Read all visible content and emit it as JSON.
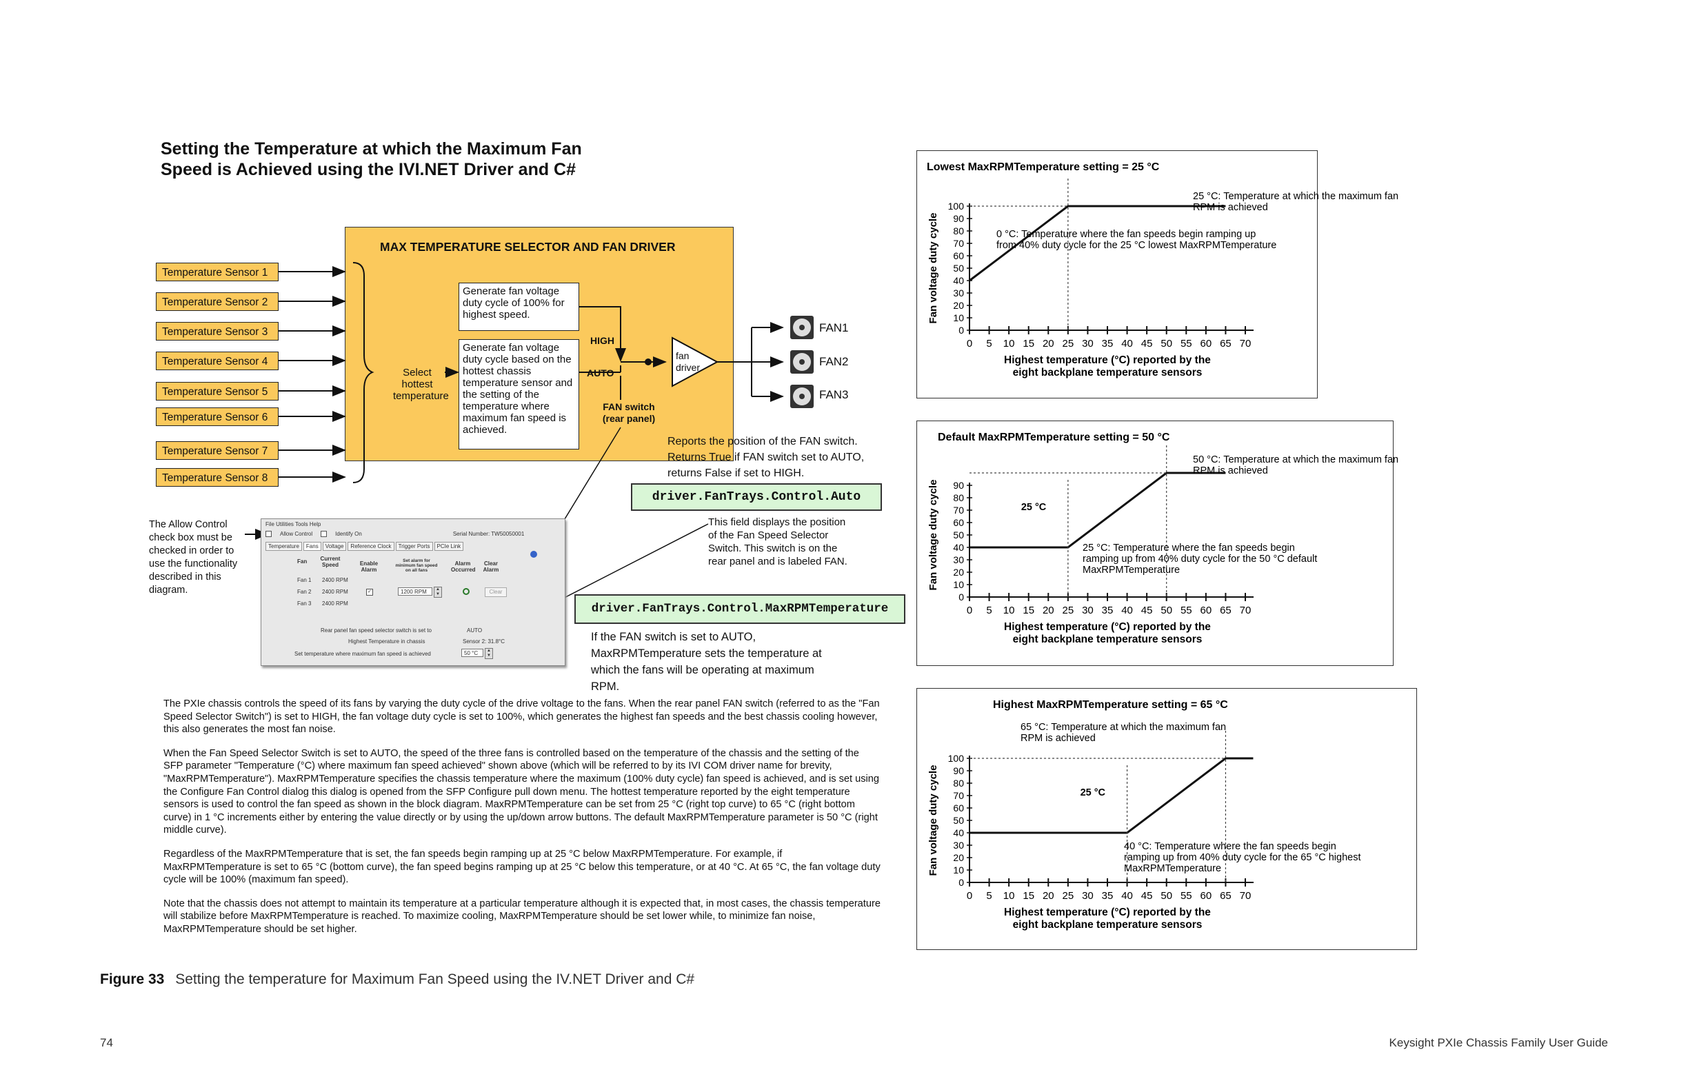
{
  "title": "Setting the Temperature at which the Maximum Fan Speed is Achieved using the IVI.NET Driver and C#",
  "diagram": {
    "sensors": [
      "Temperature Sensor 1",
      "Temperature Sensor 2",
      "Temperature Sensor 3",
      "Temperature Sensor 4",
      "Temperature Sensor 5",
      "Temperature Sensor 6",
      "Temperature Sensor 7",
      "Temperature Sensor 8"
    ],
    "box_title": "MAX TEMPERATURE SELECTOR AND FAN DRIVER",
    "select_hottest": "Select hottest temperature",
    "gen_high": "Generate fan voltage duty cycle of 100% for highest speed.",
    "gen_auto": "Generate fan voltage duty cycle based on the hottest chassis temperature sensor and the setting of the temperature where maximum fan speed is achieved.",
    "high_label": "HIGH",
    "auto_label": "AUTO",
    "fan_switch": "FAN switch (rear panel)",
    "fan_driver": "fan driver",
    "fans": [
      "FAN1",
      "FAN2",
      "FAN3"
    ]
  },
  "annotations": {
    "reports": "Reports the position of the FAN switch. Returns True if FAN switch set to AUTO, returns False if set to HIGH.",
    "code_auto": "driver.FanTrays.Control.Auto",
    "field_displays": "This field displays the position of the Fan Speed Selector Switch. This switch is on the rear panel and is labeled FAN.",
    "code_maxrpm": "driver.FanTrays.Control.MaxRPMTemperature",
    "if_auto": "If the FAN switch is set to AUTO, MaxRPMTemperature sets the temperature at which the fans will be operating at maximum RPM.",
    "allow_control": "The Allow Control check box must be checked in order to use the functionality described in this diagram."
  },
  "ui_panel": {
    "menu": "File   Utilities   Tools   Help",
    "allow_control": "Allow Control",
    "identify_on": "Identify On",
    "serial": "Serial Number: TW50050001",
    "tabs": [
      "Temperature",
      "Fans",
      "Voltage",
      "Reference Clock",
      "Trigger Ports",
      "PCIe Link"
    ],
    "col_fan": "Fan",
    "col_speed": "Current Speed",
    "col_enable": "Enable Alarm",
    "col_setalarm": "Set alarm for minimum fan speed on all fans",
    "col_occurred": "Alarm Occurred",
    "col_clear": "Clear Alarm",
    "rows": [
      {
        "fan": "Fan 1",
        "speed": "2400 RPM"
      },
      {
        "fan": "Fan 2",
        "speed": "2400 RPM"
      },
      {
        "fan": "Fan 3",
        "speed": "2400 RPM"
      }
    ],
    "rpm_value": "1200 RPM",
    "clear_btn": "Clear",
    "rear_panel": "Rear panel fan speed selector switch is set to",
    "rear_value": "AUTO",
    "highest_temp": "Highest Temperature in chassis",
    "highest_value": "Sensor 2: 31.8°C",
    "set_temp": "Set temperature where maximum fan speed is achieved",
    "set_value": "50 °C"
  },
  "body": [
    "The PXIe chassis controls the speed of its fans by varying the duty cycle of the drive voltage to the fans. When the rear panel FAN switch (referred to as the \"Fan Speed Selector Switch\") is set to HIGH, the fan voltage duty cycle is set to 100%, which generates the highest fan speeds and the best chassis cooling    however, this also generates the most fan noise.",
    "When the Fan Speed Selector Switch is set to AUTO, the speed of the three fans is controlled based on the temperature of the chassis and the setting of the SFP parameter \"Temperature (°C) where maximum fan speed achieved\" shown above (which will be referred to by its IVI COM driver name for brevity, \"MaxRPMTemperature\"). MaxRPMTemperature specifies the chassis temperature where the maximum (100% duty cycle) fan speed is achieved, and is set using the Configure Fan Control dialog    this dialog is opened from the SFP Configure pull down menu. The hottest temperature reported by the eight temperature sensors is used to control the fan speed as shown in the block diagram. MaxRPMTemperature can be set from 25 °C (right top curve) to 65 °C (right bottom curve) in 1 °C increments either by entering the value directly or by using the up/down arrow buttons. The default MaxRPMTemperature parameter is 50 °C (right middle curve).",
    "Regardless of the MaxRPMTemperature that is set, the fan speeds begin ramping up at 25 °C below MaxRPMTemperature. For example, if MaxRPMTemperature is set to 65 °C (bottom curve), the fan speed begins ramping up at 25 °C below this temperature, or at 40 °C. At 65 °C, the fan voltage duty cycle will be 100% (maximum fan speed).",
    "Note that the chassis does not attempt to maintain its temperature at a particular temperature although it is expected that, in most cases, the chassis temperature will stabilize before MaxRPMTemperature is reached. To maximize cooling, MaxRPMTemperature should be set lower while, to minimize fan noise, MaxRPMTemperature should be set higher."
  ],
  "chart_data": [
    {
      "type": "line",
      "title": "Lowest MaxRPMTemperature setting = 25 °C",
      "xlabel": "Highest temperature (°C) reported by the eight backplane temperature sensors",
      "ylabel": "Fan voltage duty cycle",
      "x": [
        0,
        25,
        65
      ],
      "y": [
        40,
        100,
        100
      ],
      "xlim": [
        0,
        70
      ],
      "ylim": [
        0,
        100
      ],
      "xticks": [
        0,
        5,
        10,
        15,
        20,
        25,
        30,
        35,
        40,
        45,
        50,
        55,
        60,
        65,
        70
      ],
      "yticks": [
        0,
        10,
        20,
        30,
        40,
        50,
        60,
        70,
        80,
        90,
        100
      ],
      "annotations": [
        "25 °C: Temperature at which the maximum fan RPM is achieved",
        "0 °C: Temperature where the fan speeds begin ramping up from 40% duty cycle for the 25 °C lowest MaxRPMTemperature"
      ]
    },
    {
      "type": "line",
      "title": "Default MaxRPMTemperature setting = 50 °C",
      "xlabel": "Highest temperature (°C) reported by the eight backplane temperature sensors",
      "ylabel": "Fan voltage duty cycle",
      "x": [
        0,
        25,
        50,
        65
      ],
      "y": [
        40,
        40,
        100,
        100
      ],
      "xlim": [
        0,
        70
      ],
      "ylim": [
        0,
        100
      ],
      "xticks": [
        0,
        5,
        10,
        15,
        20,
        25,
        30,
        35,
        40,
        45,
        50,
        55,
        60,
        65,
        70
      ],
      "yticks": [
        0,
        10,
        20,
        30,
        40,
        50,
        60,
        70,
        80,
        90
      ],
      "annotations": [
        "50 °C: Temperature at which the maximum fan RPM is achieved",
        "25 °C",
        "25 °C: Temperature where the fan speeds begin ramping up from 40% duty cycle for the 50 °C default MaxRPMTemperature"
      ]
    },
    {
      "type": "line",
      "title": "Highest MaxRPMTemperature setting = 65 °C",
      "xlabel": "Highest temperature (°C) reported by the eight backplane temperature sensors",
      "ylabel": "Fan voltage duty cycle",
      "x": [
        0,
        40,
        65,
        72
      ],
      "y": [
        40,
        40,
        100,
        100
      ],
      "xlim": [
        0,
        70
      ],
      "ylim": [
        0,
        100
      ],
      "xticks": [
        0,
        5,
        10,
        15,
        20,
        25,
        30,
        35,
        40,
        45,
        50,
        55,
        60,
        65,
        70
      ],
      "yticks": [
        0,
        10,
        20,
        30,
        40,
        50,
        60,
        70,
        80,
        90,
        100
      ],
      "annotations": [
        "65 °C: Temperature at which the maximum fan RPM is achieved",
        "25 °C",
        "40 °C: Temperature where the fan speeds begin ramping up from 40% duty cycle for the 65 °C highest MaxRPMTemperature"
      ]
    }
  ],
  "caption": {
    "label": "Figure 33",
    "text": "Setting the temperature for Maximum Fan Speed using the IV.NET Driver and C#"
  },
  "footer": {
    "page": "74",
    "guide": "Keysight PXIe Chassis Family User Guide"
  }
}
